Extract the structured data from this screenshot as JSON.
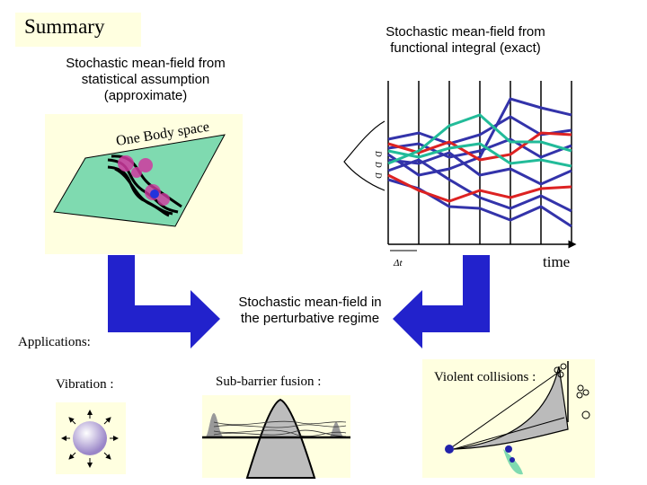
{
  "slide": {
    "title": "Summary",
    "left_caption": "Stochastic mean-field from statistical assumption (approximate)",
    "right_caption": "Stochastic mean-field from functional integral (exact)",
    "middle_caption": "Stochastic mean-field in the perturbative regime",
    "one_body_space": "One Body space",
    "time_label": "time",
    "delta_t_label": "Δt",
    "rho_labels": [
      "D",
      "D",
      "D"
    ],
    "applications_label": "Applications:",
    "vibration_label": "Vibration :",
    "subbarrier_label": "Sub-barrier fusion :",
    "violent_label": "Violent collisions :"
  },
  "colors": {
    "title_background": "#ffffe0",
    "panel_background": "#ffffe0",
    "plane_fill": "#7fdab0",
    "arrow_blue": "#2222cc",
    "trajectory_blue": "#3333aa",
    "trajectory_red": "#dd2222",
    "trajectory_teal": "#22bb99"
  }
}
